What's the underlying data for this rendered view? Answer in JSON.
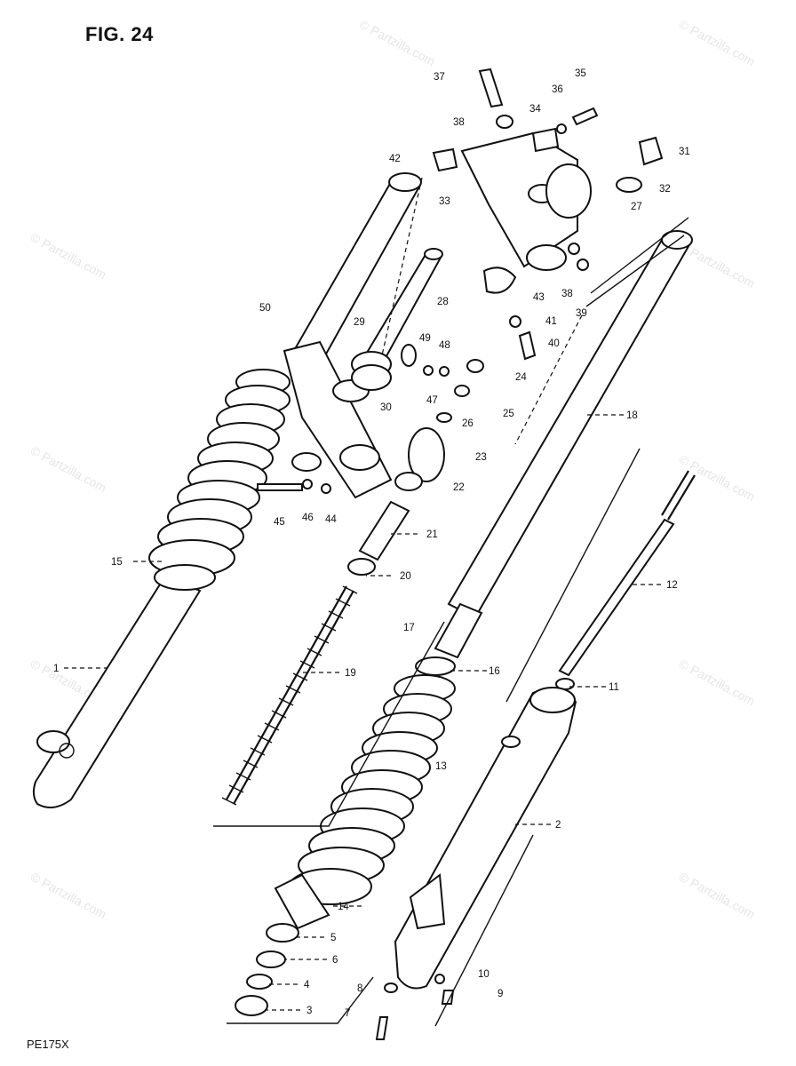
{
  "figure": {
    "title": "FIG. 24",
    "model": "PE175X",
    "watermark": "© Partzilla.com"
  },
  "callouts": [
    "1",
    "2",
    "3",
    "4",
    "5",
    "6",
    "7",
    "8",
    "9",
    "10",
    "11",
    "12",
    "13",
    "14",
    "15",
    "16",
    "17",
    "18",
    "19",
    "20",
    "21",
    "22",
    "23",
    "24",
    "25",
    "26",
    "27",
    "28",
    "29",
    "30",
    "31",
    "32",
    "33",
    "34",
    "35",
    "36",
    "37",
    "38",
    "38",
    "39",
    "40",
    "41",
    "42",
    "43",
    "44",
    "45",
    "46",
    "47",
    "48",
    "49",
    "50"
  ]
}
